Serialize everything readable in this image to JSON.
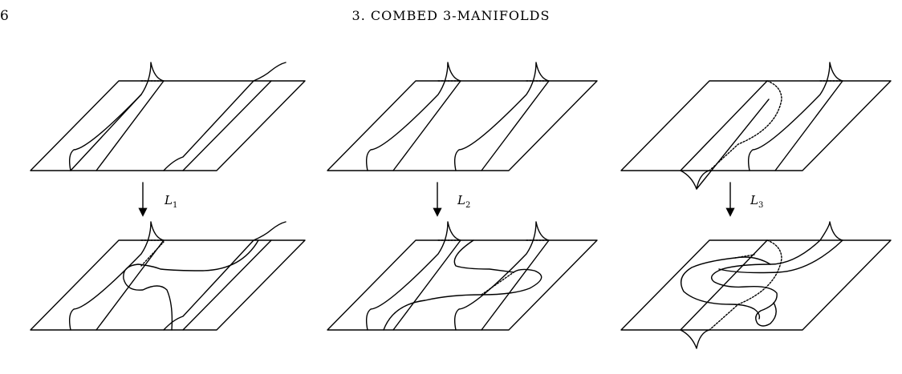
{
  "header": {
    "page_number": "6",
    "running_head": "3. COMBED 3-MANIFOLDS"
  },
  "figure": {
    "moves": [
      {
        "letter": "L",
        "index": "1"
      },
      {
        "letter": "L",
        "index": "2"
      },
      {
        "letter": "L",
        "index": "3"
      }
    ]
  }
}
